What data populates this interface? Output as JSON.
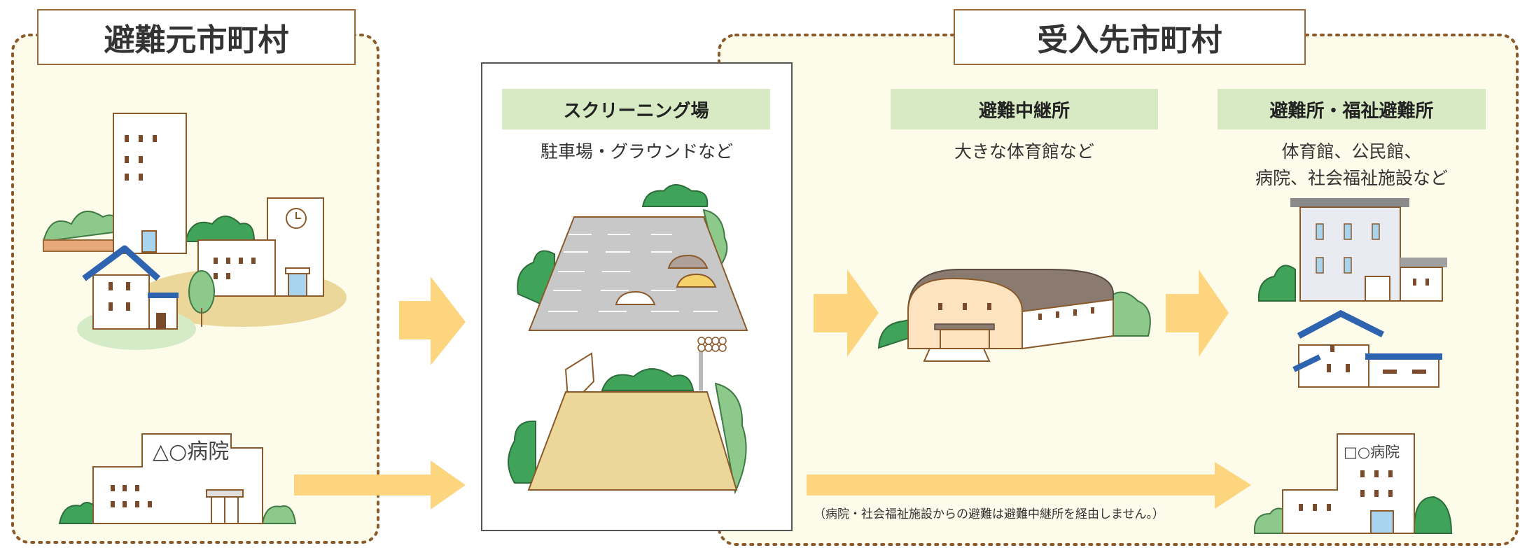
{
  "source_region": {
    "title": "避難元市町村",
    "hospital_sign": "△○病院"
  },
  "screening": {
    "label": "スクリーニング場",
    "caption": "駐車場・グラウンドなど"
  },
  "destination_region": {
    "title": "受入先市町村",
    "relay": {
      "label": "避難中継所",
      "caption": "大きな体育館など"
    },
    "shelter": {
      "label": "避難所・福祉避難所",
      "caption_line1": "体育館、公民館、",
      "caption_line2": "病院、社会福祉施設など"
    },
    "hospital_sign": "□○病院"
  },
  "note": "（病院・社会福祉施設からの避難は避難中継所を経由しません。）",
  "colors": {
    "panel_fill": "#fdfbe9",
    "dotted_border": "#8b5a2b",
    "label_fill": "#d8eac4",
    "arrow": "#fdd57e",
    "tree_dark": "#3fa35a",
    "tree_light": "#8cc98a",
    "roof_blue": "#2e63b0"
  }
}
